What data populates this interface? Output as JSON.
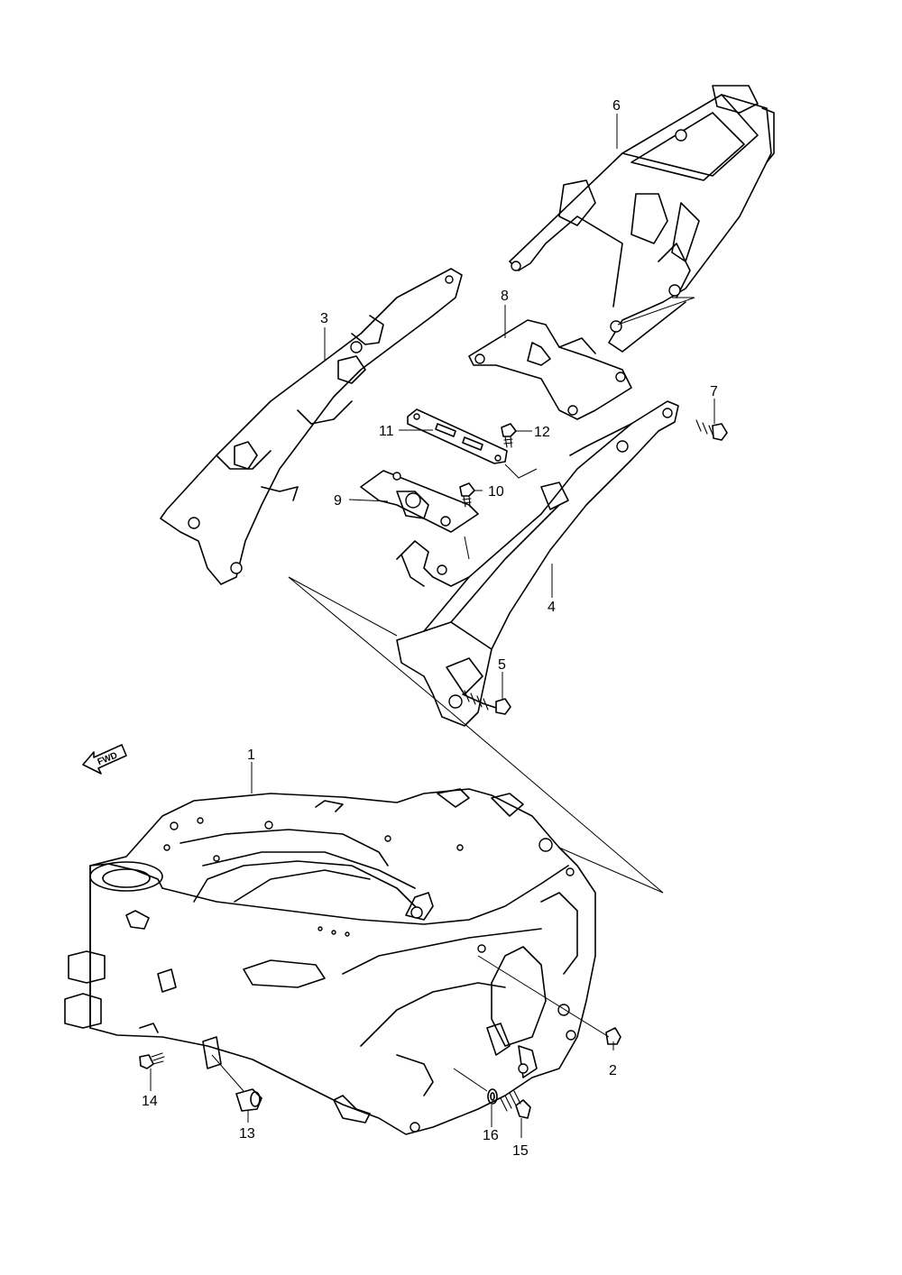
{
  "fwd_label": "FWD",
  "callouts": [
    {
      "id": "1",
      "label": "1"
    },
    {
      "id": "2",
      "label": "2"
    },
    {
      "id": "3",
      "label": "3"
    },
    {
      "id": "4",
      "label": "4"
    },
    {
      "id": "5",
      "label": "5"
    },
    {
      "id": "6",
      "label": "6"
    },
    {
      "id": "7",
      "label": "7"
    },
    {
      "id": "8",
      "label": "8"
    },
    {
      "id": "9",
      "label": "9"
    },
    {
      "id": "10",
      "label": "10"
    },
    {
      "id": "11",
      "label": "11"
    },
    {
      "id": "12",
      "label": "12"
    },
    {
      "id": "13",
      "label": "13"
    },
    {
      "id": "14",
      "label": "14"
    },
    {
      "id": "15",
      "label": "15"
    },
    {
      "id": "16",
      "label": "16"
    }
  ]
}
